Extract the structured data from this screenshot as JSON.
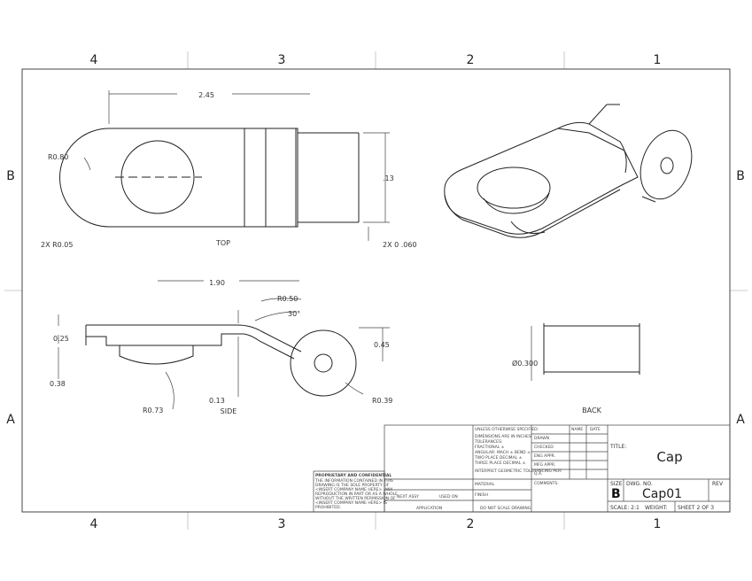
{
  "zones": {
    "columns": [
      "4",
      "3",
      "2",
      "1"
    ],
    "rows": [
      "B",
      "A"
    ]
  },
  "views": {
    "top": {
      "label": "TOP",
      "dim_length": "2.45",
      "dim_height": ".13",
      "radius_left": "R0.80",
      "corner_radius": "2X R0.05",
      "hole_dims": "2X 0 .060"
    },
    "side": {
      "label": "SIDE",
      "dim_length": "1.90",
      "dim_bend_radius": "R0.50",
      "dim_angle": "30°",
      "dim_thickness1": "0.25",
      "dim_thickness2": "0.38",
      "dim_offset": "0.13",
      "dim_height": "0.45",
      "radius_hub": "R0.73",
      "radius_end": "R0.39"
    },
    "back": {
      "label": "BACK",
      "dim_diameter": "Ø0.300"
    }
  },
  "title_block": {
    "unless_note": "UNLESS OTHERWISE SPECIFIED:",
    "dim_notes": [
      "DIMENSIONS ARE IN INCHES",
      "TOLERANCES:",
      "FRACTIONAL ±",
      "ANGULAR: MACH ±  BEND ±",
      "TWO PLACE DECIMAL ±",
      "THREE PLACE DECIMAL ±"
    ],
    "interpret": "INTERPRET GEOMETRIC TOLERANCING PER:",
    "material": "MATERIAL",
    "finish": "FINISH",
    "next_assy": "NEXT ASSY",
    "used_on": "USED ON",
    "application": "APPLICATION",
    "do_not_scale": "DO NOT SCALE DRAWING",
    "proprietary_title": "PROPRIETARY AND CONFIDENTIAL",
    "proprietary_text": [
      "THE INFORMATION CONTAINED IN THIS",
      "DRAWING IS THE SOLE PROPERTY OF",
      "<INSERT COMPANY NAME HERE>. ANY",
      "REPRODUCTION IN PART OR AS A WHOLE",
      "WITHOUT THE WRITTEN PERMISSION OF",
      "<INSERT COMPANY NAME HERE> IS",
      "PROHIBITED."
    ],
    "roles": [
      "DRAWN",
      "CHECKED",
      "ENG APPR.",
      "MFG APPR.",
      "Q.A."
    ],
    "name_header": "NAME",
    "date_header": "DATE",
    "names": [
      "",
      "",
      "",
      "",
      ""
    ],
    "dates": [
      "",
      "",
      "",
      "",
      ""
    ],
    "comments": "COMMENTS:",
    "title_label": "TITLE:",
    "title": "Cap",
    "size_label": "SIZE",
    "size": "B",
    "dwg_no_label": "DWG. NO.",
    "dwg_no": "Cap01",
    "rev_label": "REV",
    "scale": "SCALE: 2:1",
    "weight": "WEIGHT:",
    "sheet": "SHEET 2 OF 3"
  }
}
